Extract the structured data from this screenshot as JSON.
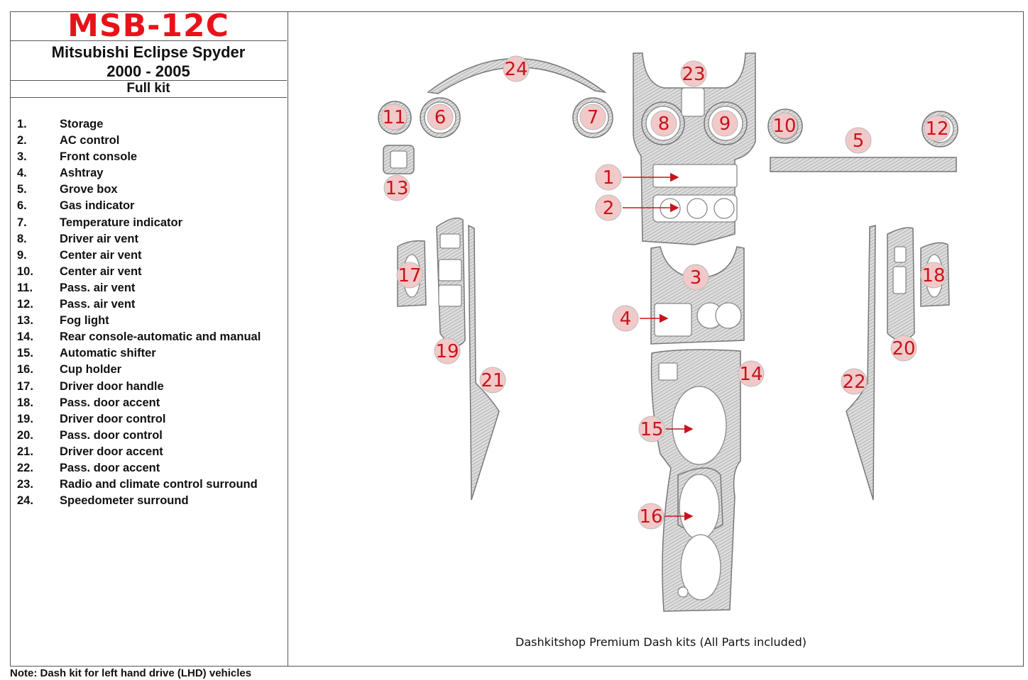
{
  "header": {
    "code": "MSB-12C",
    "model": "Mitsubishi Eclipse Spyder",
    "years": "2000 - 2005",
    "kit": "Full kit"
  },
  "parts": [
    {
      "num": "1.",
      "name": "Storage"
    },
    {
      "num": "2.",
      "name": "AC control"
    },
    {
      "num": "3.",
      "name": "Front console"
    },
    {
      "num": "4.",
      "name": "Ashtray"
    },
    {
      "num": "5.",
      "name": "Grove box"
    },
    {
      "num": "6.",
      "name": "Gas indicator"
    },
    {
      "num": "7.",
      "name": "Temperature indicator"
    },
    {
      "num": "8.",
      "name": "Driver air vent"
    },
    {
      "num": "9.",
      "name": "Center air vent"
    },
    {
      "num": "10.",
      "name": "Center air vent"
    },
    {
      "num": "11.",
      "name": "Pass. air vent"
    },
    {
      "num": "12.",
      "name": "Pass. air vent"
    },
    {
      "num": "13.",
      "name": "Fog light"
    },
    {
      "num": "14.",
      "name": "Rear console-automatic and manual"
    },
    {
      "num": "15.",
      "name": "Automatic shifter"
    },
    {
      "num": "16.",
      "name": "Cup holder"
    },
    {
      "num": "17.",
      "name": "Driver door handle"
    },
    {
      "num": "18.",
      "name": "Pass. door accent"
    },
    {
      "num": "19.",
      "name": "Driver door control"
    },
    {
      "num": "20.",
      "name": "Pass. door control"
    },
    {
      "num": "21.",
      "name": "Driver door accent"
    },
    {
      "num": "22.",
      "name": "Pass. door accent"
    },
    {
      "num": "23.",
      "name": "Radio and climate control surround"
    },
    {
      "num": "24.",
      "name": "Speedometer surround"
    }
  ],
  "diagram": {
    "callouts": [
      "1",
      "2",
      "3",
      "4",
      "5",
      "6",
      "7",
      "8",
      "9",
      "10",
      "11",
      "12",
      "13",
      "14",
      "15",
      "16",
      "17",
      "18",
      "19",
      "20",
      "21",
      "22",
      "23",
      "24"
    ],
    "caption": "Dashkitshop Premium Dash kits (All Parts included)"
  },
  "note": "Note: Dash kit for left hand drive (LHD) vehicles",
  "colors": {
    "code": "#e8131a",
    "callout_fill": "#f2c9c9",
    "callout_text": "#c8141b",
    "arrow": "#c8141b",
    "part_fill": "#cfcfcf",
    "part_stroke": "#777777"
  }
}
